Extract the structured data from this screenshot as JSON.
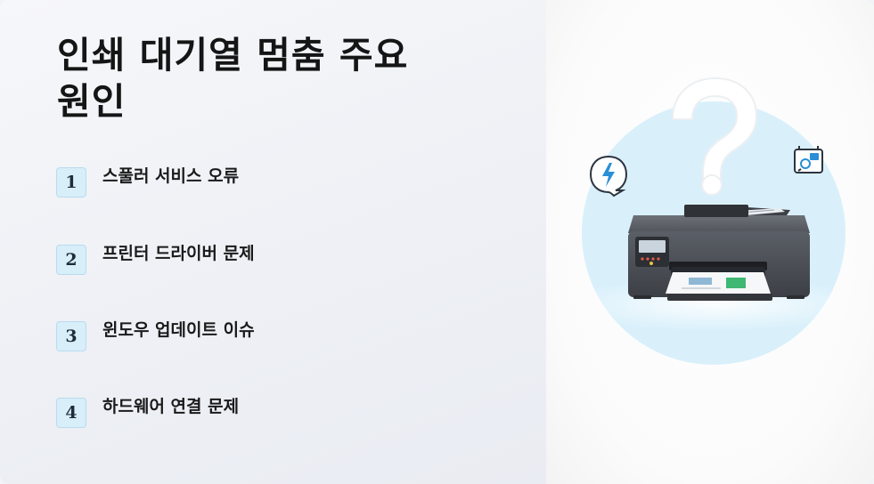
{
  "slide": {
    "title": "인쇄 대기열 멈춤 주요 원인",
    "causes": [
      {
        "number": "1",
        "label": "스풀러 서비스 오류"
      },
      {
        "number": "2",
        "label": "프린터 드라이버 문제"
      },
      {
        "number": "3",
        "label": "윈도우 업데이트 이슈"
      },
      {
        "number": "4",
        "label": "하드웨어 연결 문제"
      }
    ]
  },
  "illustration": {
    "icons": [
      "question-mark-icon",
      "lightning-bubble-icon",
      "settings-card-icon",
      "printer-icon"
    ],
    "accent_color": "#2a8fd6",
    "circle_color": "#d9f0fb"
  }
}
